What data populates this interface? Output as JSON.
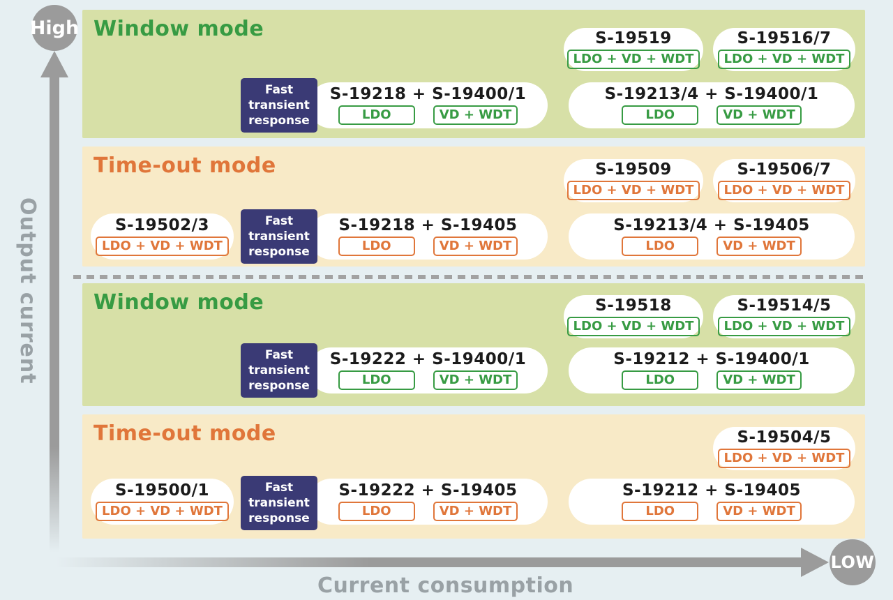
{
  "axis": {
    "y_label": "Output current",
    "y_end_label": "High",
    "x_label": "Current consumption",
    "x_end_label": "LOW"
  },
  "fast_transient": {
    "label": "Fast transient response"
  },
  "colors": {
    "green_accent": "#379b43",
    "orange_accent": "#e0763a",
    "green_band": "#d7e0a7",
    "yellow_band": "#f8eac7",
    "navy_box": "#3a3a75",
    "axis_gray": "#9b9b9b",
    "background": "#e6eff2"
  },
  "bands": [
    {
      "title": "Window mode",
      "theme": "green",
      "corner_pills": [
        {
          "name": "S-19519",
          "tag": "LDO + VD + WDT"
        },
        {
          "name": "S-19516/7",
          "tag": "LDO + VD + WDT"
        }
      ],
      "fast_pill": {
        "name": "S-19218 + S-19400/1",
        "tags": [
          "LDO",
          "VD + WDT"
        ]
      },
      "right_pill": {
        "name": "S-19213/4 + S-19400/1",
        "tags": [
          "LDO",
          "VD + WDT"
        ]
      }
    },
    {
      "title": "Time-out mode",
      "theme": "orange",
      "corner_pills": [
        {
          "name": "S-19509",
          "tag": "LDO + VD + WDT"
        },
        {
          "name": "S-19506/7",
          "tag": "LDO + VD + WDT"
        }
      ],
      "left_pill": {
        "name": "S-19502/3",
        "tag": "LDO + VD + WDT"
      },
      "fast_pill": {
        "name": "S-19218 + S-19405",
        "tags": [
          "LDO",
          "VD + WDT"
        ]
      },
      "right_pill": {
        "name": "S-19213/4 + S-19405",
        "tags": [
          "LDO",
          "VD + WDT"
        ]
      }
    },
    {
      "title": "Window mode",
      "theme": "green",
      "corner_pills": [
        {
          "name": "S-19518",
          "tag": "LDO + VD + WDT"
        },
        {
          "name": "S-19514/5",
          "tag": "LDO + VD + WDT"
        }
      ],
      "fast_pill": {
        "name": "S-19222 + S-19400/1",
        "tags": [
          "LDO",
          "VD + WDT"
        ]
      },
      "right_pill": {
        "name": "S-19212 + S-19400/1",
        "tags": [
          "LDO",
          "VD + WDT"
        ]
      }
    },
    {
      "title": "Time-out mode",
      "theme": "orange",
      "corner_pills": [
        {
          "name": "S-19504/5",
          "tag": "LDO + VD + WDT"
        }
      ],
      "left_pill": {
        "name": "S-19500/1",
        "tag": "LDO + VD + WDT"
      },
      "fast_pill": {
        "name": "S-19222 + S-19405",
        "tags": [
          "LDO",
          "VD + WDT"
        ]
      },
      "right_pill": {
        "name": "S-19212 + S-19405",
        "tags": [
          "LDO",
          "VD + WDT"
        ]
      }
    }
  ]
}
